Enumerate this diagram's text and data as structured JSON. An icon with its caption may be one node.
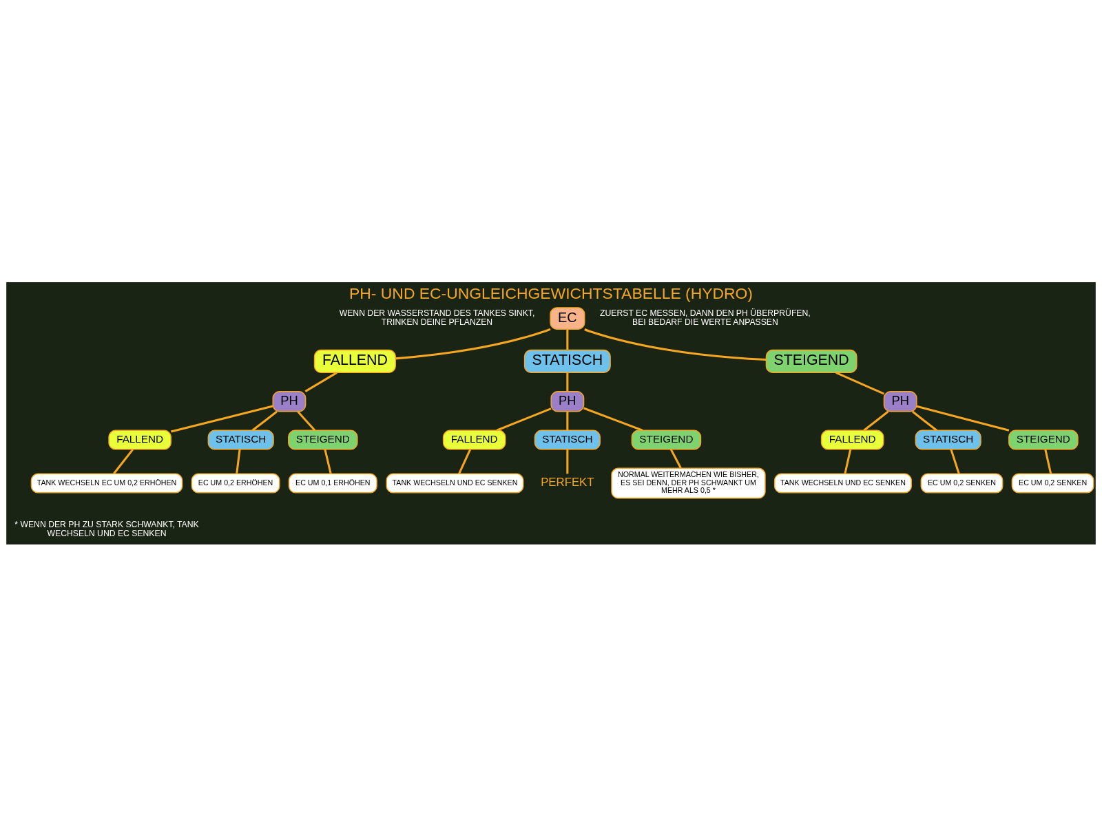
{
  "diagram": {
    "title": "PH- UND EC-UNGLEICHGEWICHTSTABELLE (HYDRO)",
    "nodes": [
      {
        "text": [
          "EC"
        ]
      },
      {
        "text": [
          "FALLEND"
        ]
      },
      {
        "text": [
          "STATISCH"
        ]
      },
      {
        "text": [
          "STEIGEND"
        ]
      },
      {
        "text": [
          "PH"
        ]
      },
      {
        "text": [
          "PH"
        ]
      },
      {
        "text": [
          "PH"
        ]
      },
      {
        "text": [
          "FALLEND"
        ]
      },
      {
        "text": [
          "STATISCH"
        ]
      },
      {
        "text": [
          "STEIGEND"
        ]
      },
      {
        "text": [
          "FALLEND"
        ]
      },
      {
        "text": [
          "STATISCH"
        ]
      },
      {
        "text": [
          "STEIGEND"
        ]
      },
      {
        "text": [
          "FALLEND"
        ]
      },
      {
        "text": [
          "STATISCH"
        ]
      },
      {
        "text": [
          "STEIGEND"
        ]
      },
      {
        "text": [
          "TANK WECHSELN EC UM 0,2 ERHÖHEN"
        ]
      },
      {
        "text": [
          "EC UM 0,2 ERHÖHEN"
        ]
      },
      {
        "text": [
          "EC UM 0,1 ERHÖHEN"
        ]
      },
      {
        "text": [
          "TANK WECHSELN UND EC SENKEN"
        ]
      },
      {
        "text": [
          "PERFEKT"
        ]
      },
      {
        "text": [
          "NORMAL WEITERMACHEN WIE BISHER, ES SEI DENN, DER PH SCHWANKT UM MEHR ALS 0,5 *"
        ]
      },
      {
        "text": [
          "TANK WECHSELN UND EC SENKEN"
        ]
      },
      {
        "text": [
          "EC UM 0,2 SENKEN"
        ]
      },
      {
        "text": [
          "EC UM 0,2 SENKEN"
        ]
      }
    ],
    "edges": [
      {
        "from": 0,
        "to": 1,
        "arrow": "none"
      },
      {
        "from": 0,
        "to": 2,
        "arrow": "none"
      },
      {
        "from": 0,
        "to": 3,
        "arrow": "none"
      },
      {
        "from": 1,
        "to": 4,
        "arrow": "none"
      },
      {
        "from": 2,
        "to": 5,
        "arrow": "none"
      },
      {
        "from": 3,
        "to": 6,
        "arrow": "none"
      },
      {
        "from": 4,
        "to": 7,
        "arrow": "none"
      },
      {
        "from": 4,
        "to": 8,
        "arrow": "none"
      },
      {
        "from": 4,
        "to": 9,
        "arrow": "none"
      },
      {
        "from": 5,
        "to": 10,
        "arrow": "none"
      },
      {
        "from": 5,
        "to": 11,
        "arrow": "none"
      },
      {
        "from": 5,
        "to": 12,
        "arrow": "none"
      },
      {
        "from": 6,
        "to": 13,
        "arrow": "none"
      },
      {
        "from": 6,
        "to": 14,
        "arrow": "none"
      },
      {
        "from": 6,
        "to": 15,
        "arrow": "none"
      },
      {
        "from": 7,
        "to": 16,
        "arrow": "none"
      },
      {
        "from": 8,
        "to": 17,
        "arrow": "none"
      },
      {
        "from": 9,
        "to": 18,
        "arrow": "none"
      },
      {
        "from": 10,
        "to": 19,
        "arrow": "none"
      },
      {
        "from": 11,
        "to": 20,
        "arrow": "none"
      },
      {
        "from": 12,
        "to": 21,
        "arrow": "none"
      },
      {
        "from": 13,
        "to": 22,
        "arrow": "none"
      },
      {
        "from": 14,
        "to": 23,
        "arrow": "none"
      },
      {
        "from": 15,
        "to": 24,
        "arrow": "none"
      }
    ],
    "labels": [
      "WENN DER WASSERSTAND DES TANKES SINKT, TRINKEN DEINE PFLANZEN",
      "ZUERST EC MESSEN, DANN DEN PH ÜBERPRÜFEN, BEI BEDARF DIE WERTE ANPASSEN",
      "* WENN DER PH ZU STARK SCHWANKT, TANK WECHSELN UND EC SENKEN"
    ]
  }
}
